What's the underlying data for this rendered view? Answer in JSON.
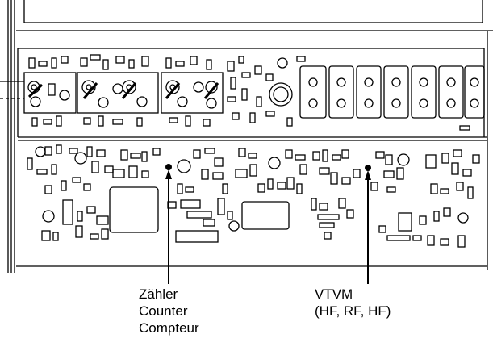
{
  "callouts": [
    {
      "id": "counter",
      "lines": [
        "Zähler",
        "Counter",
        "Compteur"
      ]
    },
    {
      "id": "vtvm",
      "lines": [
        "VTVM",
        "(HF, RF, HF)"
      ]
    }
  ],
  "colors": {
    "ink": "#000000",
    "paper": "#ffffff"
  }
}
